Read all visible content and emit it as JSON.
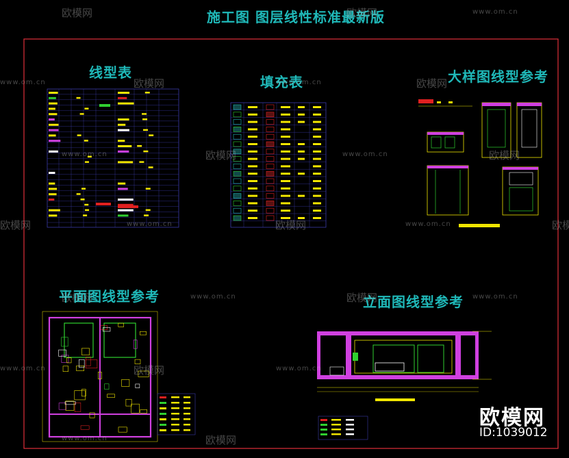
{
  "main_title": "施工图 图层线性标准最新版",
  "sections": {
    "line_table": "线型表",
    "fill_table": "填充表",
    "detail_ref": "大样图线型参考",
    "plan_ref": "平面图线型参考",
    "elevation_ref": "立面图线型参考"
  },
  "watermark": {
    "brand": "欧模网",
    "url": "www.om.cn",
    "id_label": "ID:1039012"
  },
  "colors": {
    "background": "#000000",
    "frame": "#e0303a",
    "title": "#1fb8b8",
    "grid": "#3a3aa8",
    "yellow": "#f2e600",
    "magenta": "#d040e0",
    "green": "#30d030",
    "red": "#e02020",
    "white": "#ffffff"
  }
}
